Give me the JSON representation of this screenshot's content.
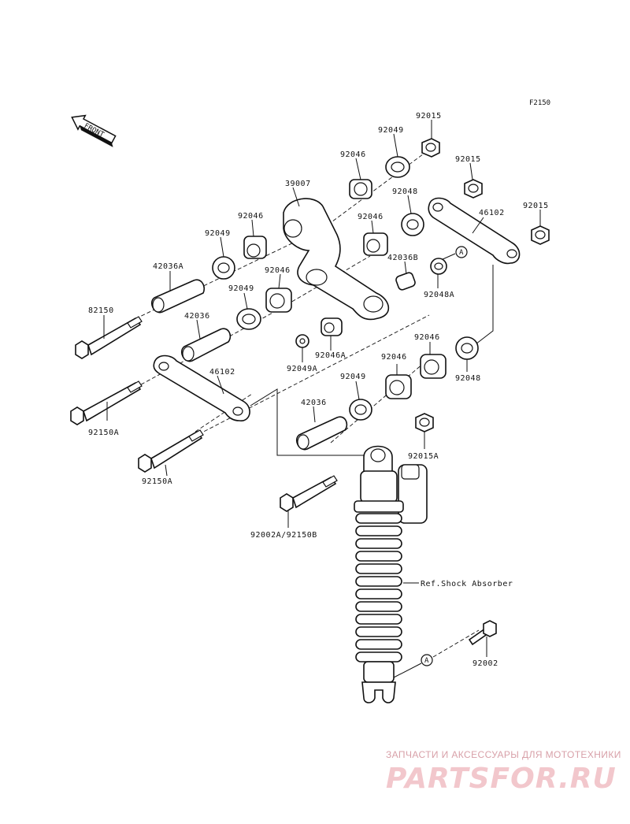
{
  "diagram_code": "F2150",
  "front_label": "FRONT",
  "parts": {
    "p92015_top": "92015",
    "p92049_top": "92049",
    "p92015_mid": "92015",
    "p92046_top": "92046",
    "p39007": "39007",
    "p92048_top": "92048",
    "p92015_right": "92015",
    "p92046_left": "92046",
    "p92046_center": "92046",
    "p46102_right": "46102",
    "p92049_left": "92049",
    "p42036A": "42036A",
    "p42036B": "42036B",
    "p92046_lower": "92046",
    "p92049_mid": "92049",
    "p92048A": "92048A",
    "p82150": "82150",
    "p42036_upper": "42036",
    "p92046A": "92046A",
    "p92049A": "92049A",
    "p92046_right_lower": "92046",
    "p92048_right": "92048",
    "p46102_left": "46102",
    "p92046_bottom": "92046",
    "p92049_bottom": "92049",
    "p92150A_upper": "92150A",
    "p42036_lower": "42036",
    "p92015A": "92015A",
    "p92150A_lower": "92150A",
    "p92002A": "92002A/92150B",
    "ref_shock": "Ref.Shock Absorber",
    "p92002": "92002",
    "marker_a": "A"
  },
  "watermark": {
    "line1": "ЗАПЧАСТИ И АКСЕССУАРЫ ДЛЯ МОТОТЕХНИКИ",
    "line2": "PARTSFOR.RU"
  }
}
